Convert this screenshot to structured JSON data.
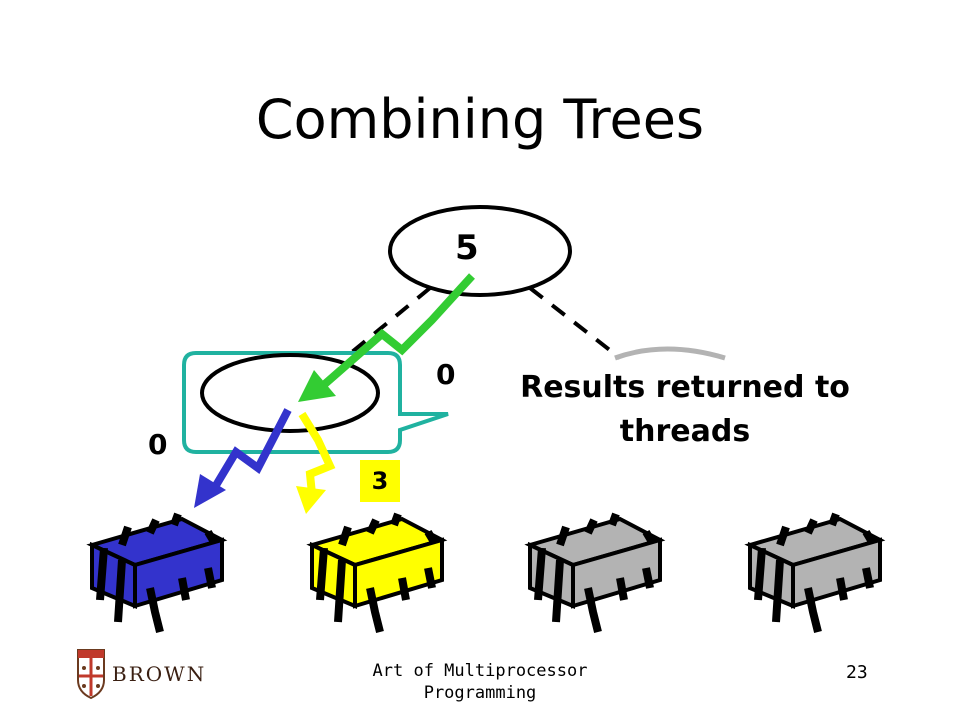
{
  "slide": {
    "title": "Combining Trees",
    "root_value": "5",
    "child_left_value": "0",
    "thread_left_value": "0",
    "thread_yellow_value": "3",
    "callout_line1": "Results returned to",
    "callout_line2": "threads",
    "footer_line1": "Art of Multiprocessor",
    "footer_line2": "Programming",
    "page_number": "23",
    "logo_text": "BROWN"
  },
  "colors": {
    "blue": "#3333cc",
    "yellow": "#ffff00",
    "gray": "#b3b3b3",
    "green": "#33cc33",
    "callout_border": "#20b2a0"
  }
}
